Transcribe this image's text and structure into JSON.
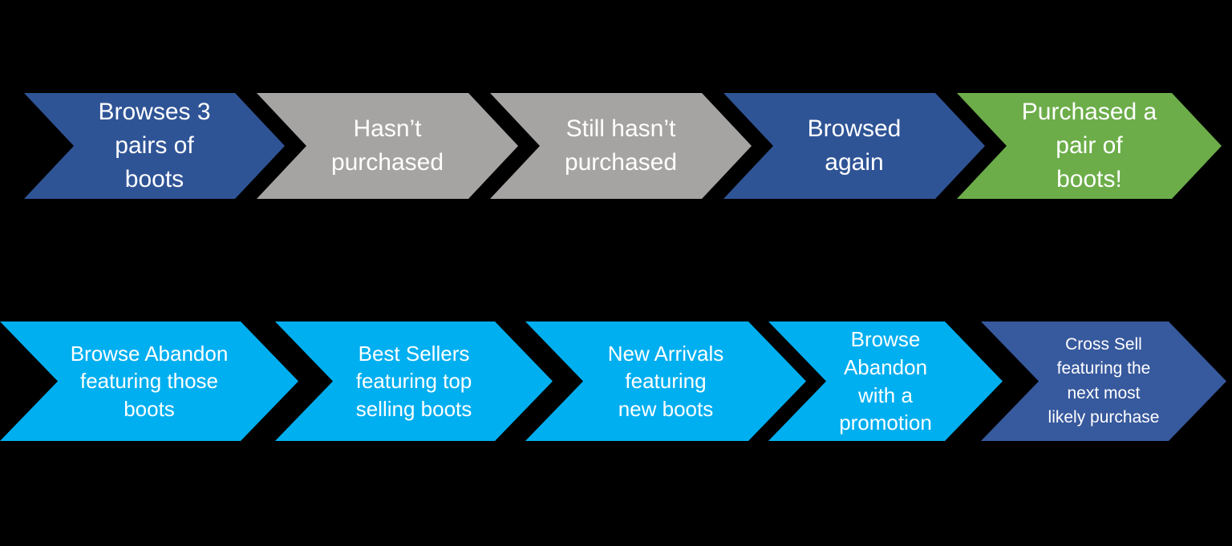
{
  "diagram": {
    "background": "#000000",
    "text_color": "#FFFFFF",
    "rows": [
      {
        "steps": [
          {
            "label": "Browses 3\npairs of\nboots",
            "color": "#2F5496"
          },
          {
            "label": "Hasn’t\npurchased",
            "color": "#A6A4A3"
          },
          {
            "label": "Still hasn’t\npurchased",
            "color": "#A6A4A3"
          },
          {
            "label": "Browsed\nagain",
            "color": "#2F5496"
          },
          {
            "label": "Purchased a\npair of\nboots!",
            "color": "#6CAD49"
          }
        ]
      },
      {
        "steps": [
          {
            "label": "Browse Abandon\nfeaturing those\nboots",
            "color": "#00AFF0"
          },
          {
            "label": "Best Sellers\nfeaturing top\nselling boots",
            "color": "#00AFF0"
          },
          {
            "label": "New Arrivals\nfeaturing\nnew boots",
            "color": "#00AFF0"
          },
          {
            "label": "Browse\nAbandon\nwith a\npromotion",
            "color": "#00AFF0"
          },
          {
            "label": "Cross Sell\nfeaturing the\nnext most\nlikely purchase",
            "color": "#37599D"
          }
        ]
      }
    ]
  }
}
